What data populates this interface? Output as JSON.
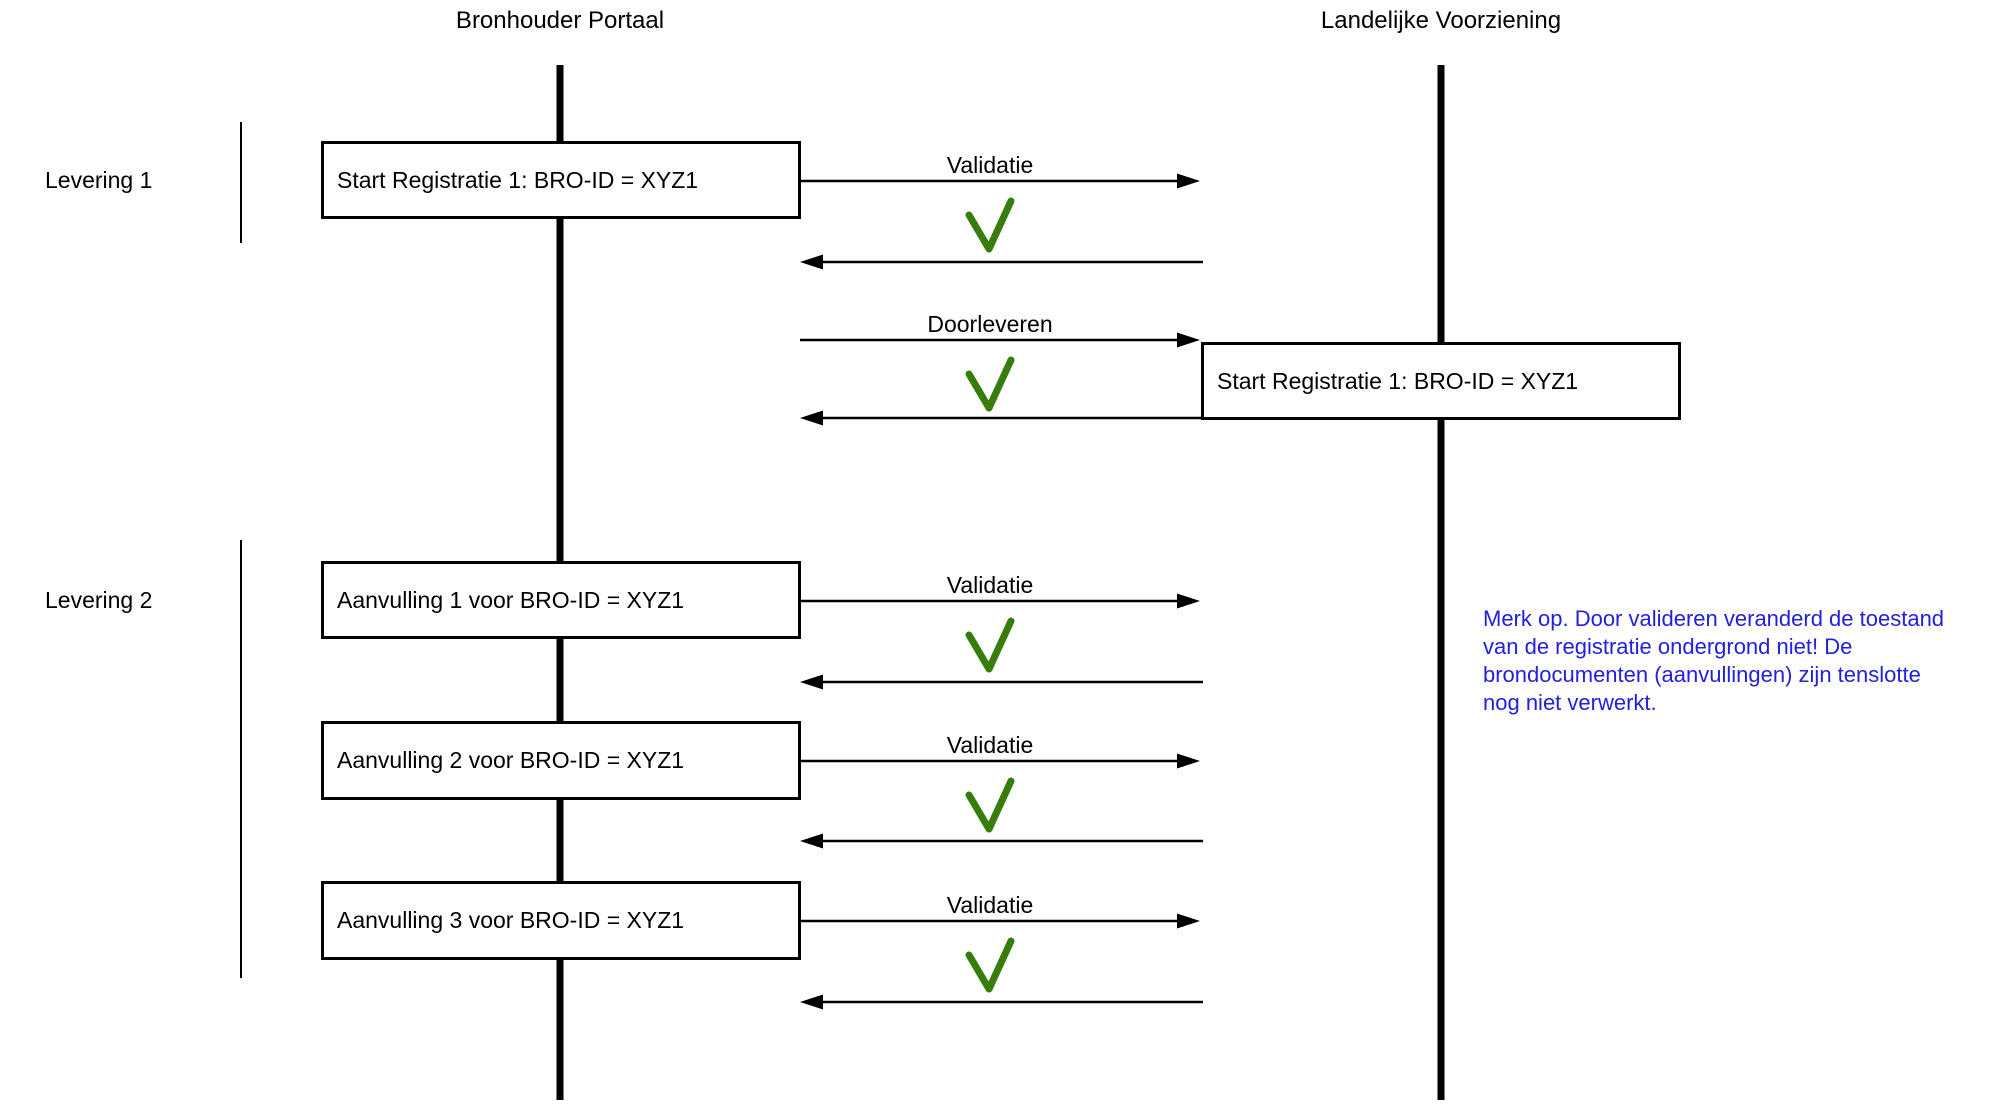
{
  "actors": [
    {
      "name": "Bronhouder Portaal"
    },
    {
      "name": "Landelijke Voorziening"
    }
  ],
  "groups": [
    {
      "label": "Levering 1"
    },
    {
      "label": "Levering 2"
    }
  ],
  "boxes": [
    {
      "label": "Start Registratie 1: BRO-ID = XYZ1"
    },
    {
      "label": "Start Registratie 1: BRO-ID = XYZ1"
    },
    {
      "label": "Aanvulling 1 voor BRO-ID = XYZ1"
    },
    {
      "label": "Aanvulling 2 voor BRO-ID = XYZ1"
    },
    {
      "label": "Aanvulling 3 voor BRO-ID = XYZ1"
    }
  ],
  "messages": [
    {
      "label": "Validatie",
      "result_icon": "checkmark-icon"
    },
    {
      "label": "Doorleveren",
      "result_icon": "checkmark-icon"
    },
    {
      "label": "Validatie",
      "result_icon": "checkmark-icon"
    },
    {
      "label": "Validatie",
      "result_icon": "checkmark-icon"
    },
    {
      "label": "Validatie",
      "result_icon": "checkmark-icon"
    }
  ],
  "note": {
    "lines": [
      "Merk  op. Door valideren veranderd de toestand",
      "van de registratie ondergrond niet! De",
      "brondocumenten (aanvullingen) zijn tenslotte",
      "nog niet verwerkt."
    ]
  },
  "colors": {
    "check_green": "#367D0D",
    "note_blue": "#2121DE",
    "line_black": "#000000",
    "background": "#FFFFFF"
  }
}
